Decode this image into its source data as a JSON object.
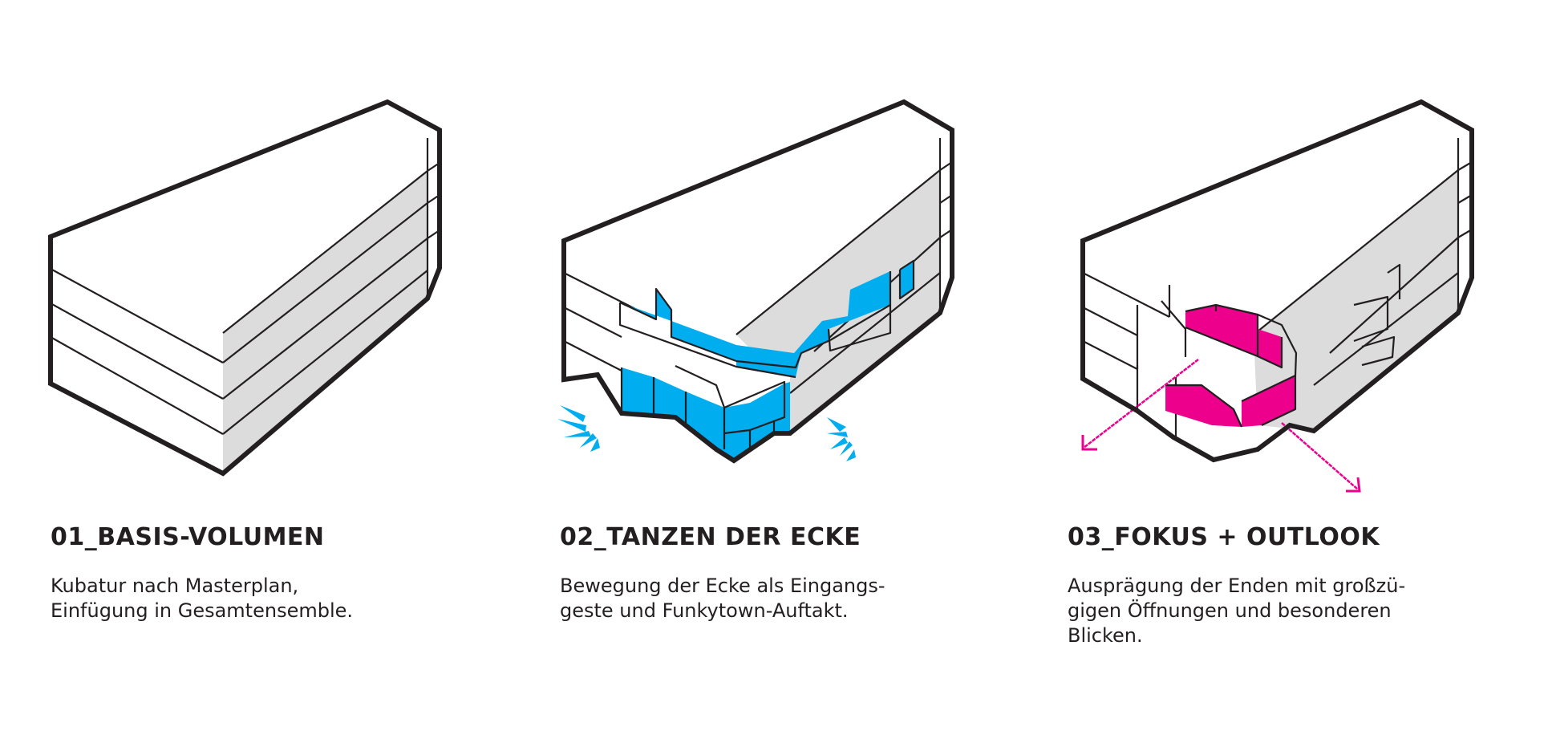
{
  "colors": {
    "accent_blue": "#00adef",
    "accent_magenta": "#ec008c",
    "shade": "#dcdcdc",
    "ink": "#231f20"
  },
  "steps": [
    {
      "title": "01_BASIS-VOLUMEN",
      "lines": [
        "Kubatur nach Masterplan,",
        "Einfügung in Gesamtensemble."
      ]
    },
    {
      "title": "02_TANZEN DER ECKE",
      "lines": [
        "Bewegung der Ecke als Eingangs-",
        "geste und Funkytown-Auftakt."
      ]
    },
    {
      "title": "03_FOKUS + OUTLOOK",
      "lines": [
        "Ausprägung der Enden mit großzü-",
        "gigen Öffnungen und besonderen",
        "Blicken."
      ]
    }
  ]
}
